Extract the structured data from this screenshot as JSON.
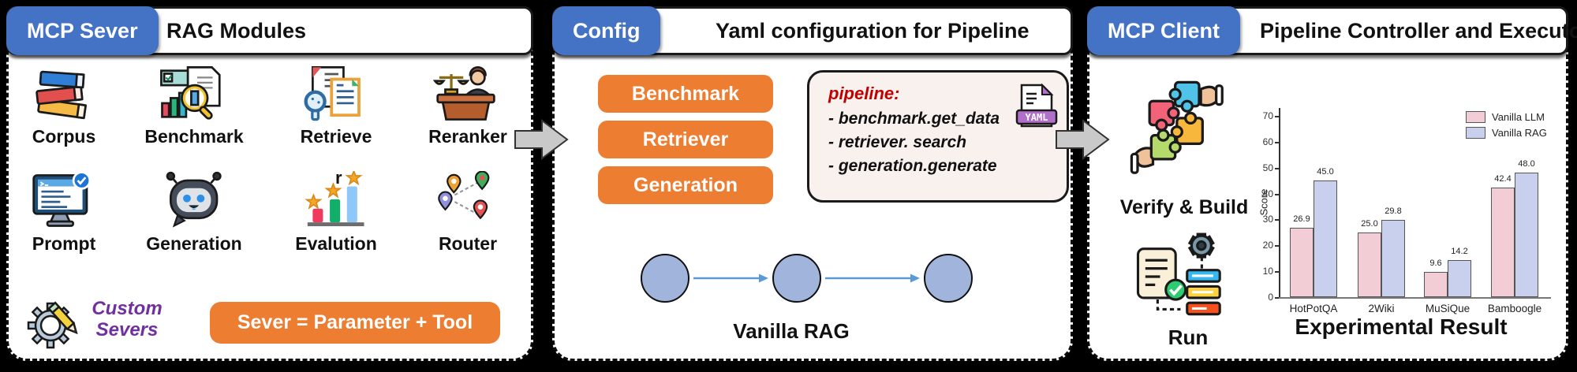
{
  "colors": {
    "tab_blue": "#4472c4",
    "accent_orange": "#ed7d31",
    "pipeline_red": "#c00000",
    "custom_purple": "#7030a0",
    "node_fill": "#a0b4dc",
    "flow_arrow_blue": "#5b9bd5",
    "bar_llm": "#f2cdd6",
    "bar_rag": "#c8d0ed"
  },
  "server_panel": {
    "tab": "MCP Sever",
    "title": "RAG Modules",
    "modules": [
      {
        "label": "Corpus"
      },
      {
        "label": "Benchmark"
      },
      {
        "label": "Retrieve"
      },
      {
        "label": "Reranker"
      },
      {
        "label": "Prompt"
      },
      {
        "label": "Generation"
      },
      {
        "label": "Evalution"
      },
      {
        "label": "Router"
      }
    ],
    "evalution_overlay": "r",
    "custom_line1": "Custom",
    "custom_line2": "Severs",
    "formula": "Sever = Parameter + Tool"
  },
  "config_panel": {
    "tab": "Config",
    "title": "Yaml configuration for Pipeline",
    "buttons": [
      {
        "label": "Benchmark"
      },
      {
        "label": "Retriever"
      },
      {
        "label": "Generation"
      }
    ],
    "yaml": {
      "header": "pipeline:",
      "lines": [
        {
          "text": "- benchmark.get_data"
        },
        {
          "text": "- retriever. search"
        },
        {
          "text": "- generation.generate"
        }
      ],
      "badge": "YAML"
    },
    "flow_label": "Vanilla RAG"
  },
  "client_panel": {
    "tab": "MCP Client",
    "title": "Pipeline Controller and Executor",
    "verify_label": "Verify & Build",
    "run_label": "Run",
    "chart_title": "Experimental Result"
  },
  "chart_data": {
    "type": "bar",
    "categories": [
      "HotPotQA",
      "2Wiki",
      "MuSiQue",
      "Bamboogle"
    ],
    "series": [
      {
        "name": "Vanilla LLM",
        "color": "#f2cdd6",
        "values": [
          26.9,
          25.0,
          9.6,
          42.4
        ]
      },
      {
        "name": "Vanilla RAG",
        "color": "#c8d0ed",
        "values": [
          45.0,
          29.8,
          14.2,
          48.0
        ]
      }
    ],
    "ylabel": "Score",
    "ylim": [
      0,
      70
    ],
    "yticks": [
      0,
      10,
      20,
      30,
      40,
      50,
      60,
      70
    ],
    "legend_position": "upper right",
    "grid": false,
    "title": "Experimental Result"
  }
}
